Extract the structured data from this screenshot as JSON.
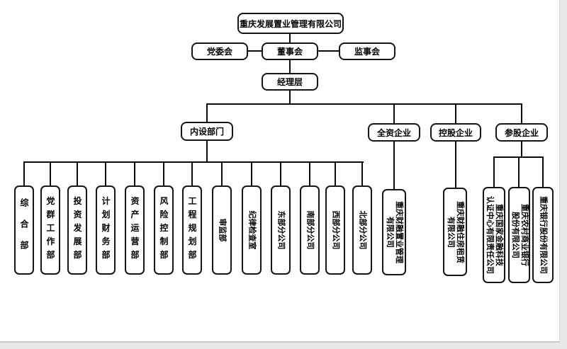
{
  "page": {
    "background": "#e8e8e8",
    "canvas_background": "#ffffff",
    "box_border_color": "#151515",
    "connector_color": "#0b0b0b"
  },
  "org": {
    "root": "重庆发展置业管理有限公司",
    "level2": {
      "party_committee": "党委会",
      "board_of_directors": "董事会",
      "board_of_supervisors": "监事会"
    },
    "management_layer": "经理层",
    "groups": {
      "internal": "内设部门",
      "wholly_owned": "全资企业",
      "holding": "控股企业",
      "participation": "参股企业"
    },
    "departments": [
      "综合部",
      "党群工作部",
      "投资发展部",
      "计划财务部",
      "资产运营部",
      "风险控制部",
      "工程规划部",
      "审监部",
      "纪律检查室",
      "东部分公司",
      "南部分公司",
      "西部分公司",
      "北部分公司"
    ],
    "wholly_owned_companies": [
      {
        "lines": [
          "重庆财融置业管理",
          "有限公司"
        ]
      }
    ],
    "holding_companies": [
      {
        "lines": [
          "重庆财融住房租赁",
          "有限公司"
        ]
      }
    ],
    "participation_companies": [
      {
        "lines": [
          "重庆国家金融科技",
          "认证中心有限责任公司"
        ]
      },
      {
        "lines": [
          "重庆农村商业银行",
          "股份有限公司"
        ]
      },
      {
        "lines": [
          "重庆银行股份有限公司"
        ]
      }
    ]
  }
}
